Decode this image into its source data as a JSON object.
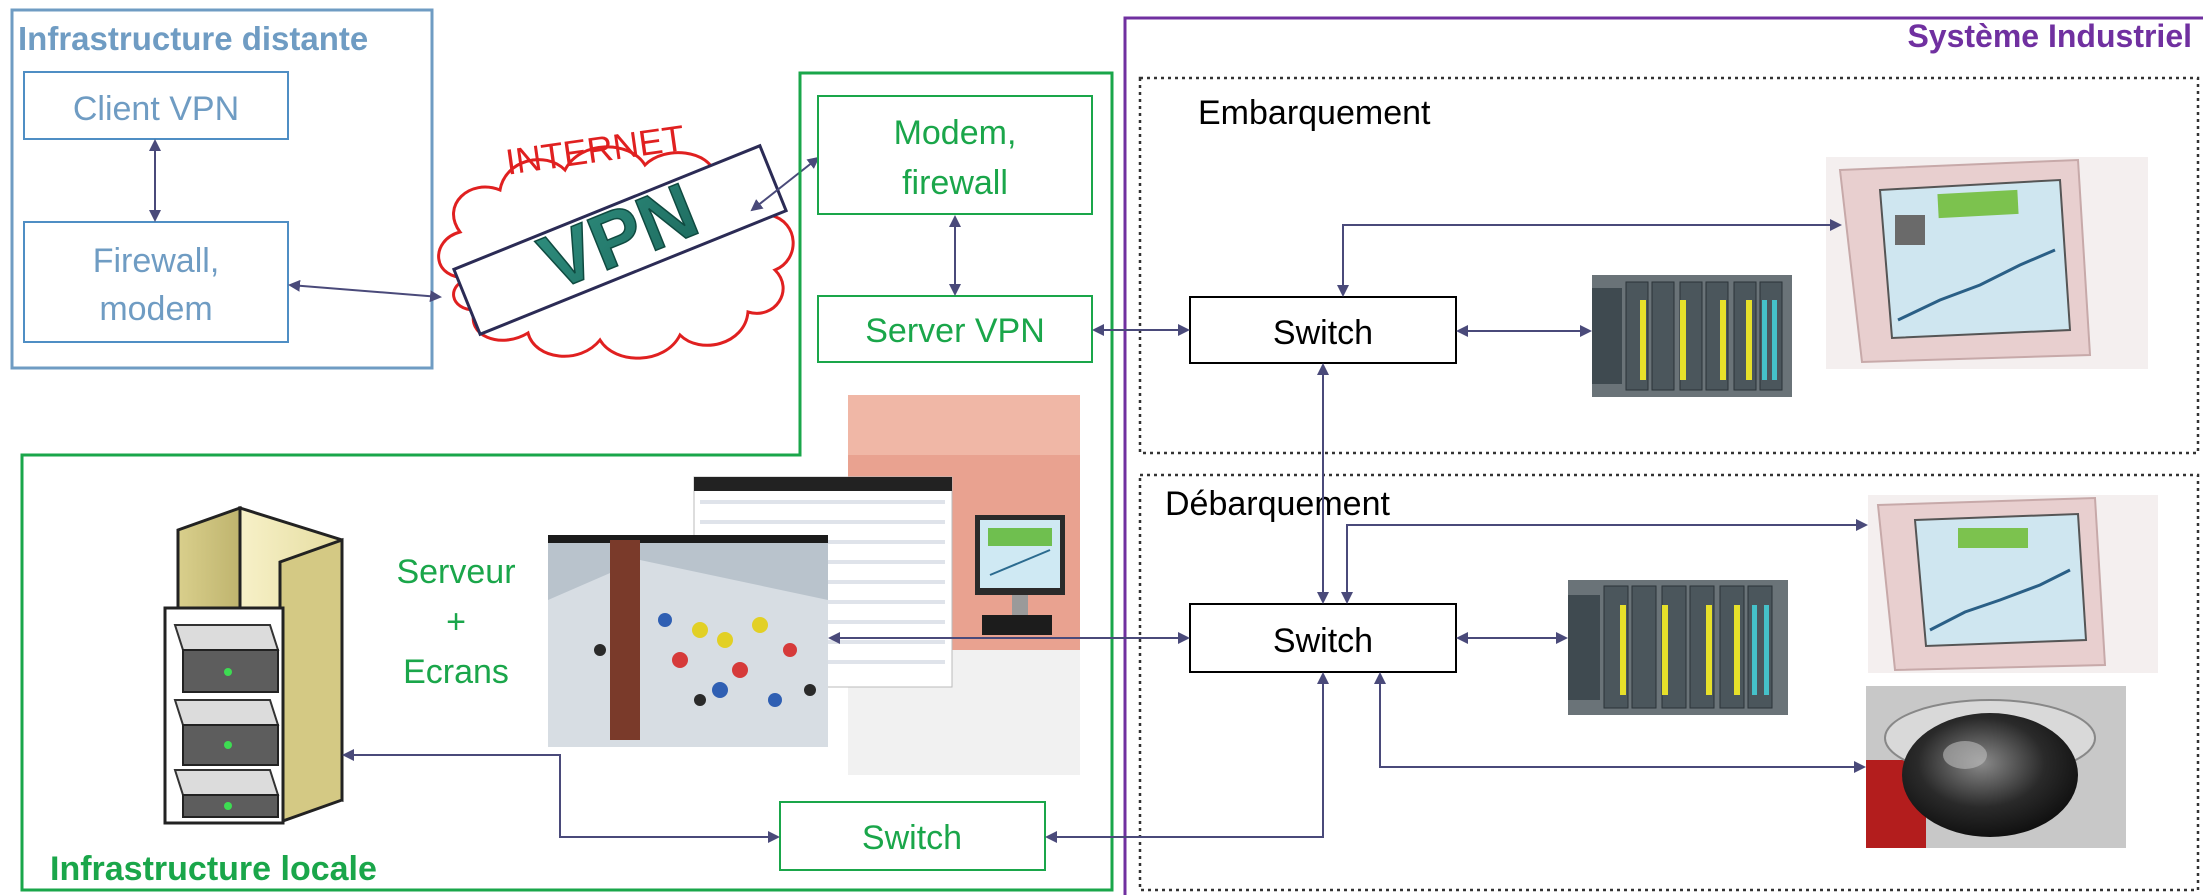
{
  "colors": {
    "remote": "#6f9cc3",
    "local": "#1aa64a",
    "industrial": "#7030a0",
    "internet": "#e02020",
    "arrow": "#4a4a7a",
    "text": "#000000"
  },
  "remote_infra": {
    "title": "Infrastructure distante",
    "client_vpn": "Client VPN",
    "firewall_modem": [
      "Firewall,",
      "modem"
    ]
  },
  "internet": {
    "label": "INTERNET",
    "vpn": "VPN"
  },
  "local_infra": {
    "title": "Infrastructure locale",
    "modem_firewall": [
      "Modem,",
      "firewall"
    ],
    "server_vpn": "Server VPN",
    "server_screens": [
      "Serveur",
      "+",
      "Ecrans"
    ],
    "switch": "Switch"
  },
  "industrial": {
    "title": "Système Industriel",
    "embarquement": {
      "title": "Embarquement",
      "switch": "Switch"
    },
    "debarquement": {
      "title": "Débarquement",
      "switch": "Switch"
    }
  },
  "icons": [
    "server-rack-icon",
    "plc-icon",
    "hmi-touch-panel-icon",
    "dome-camera-icon",
    "monitoring-screens-photo"
  ]
}
